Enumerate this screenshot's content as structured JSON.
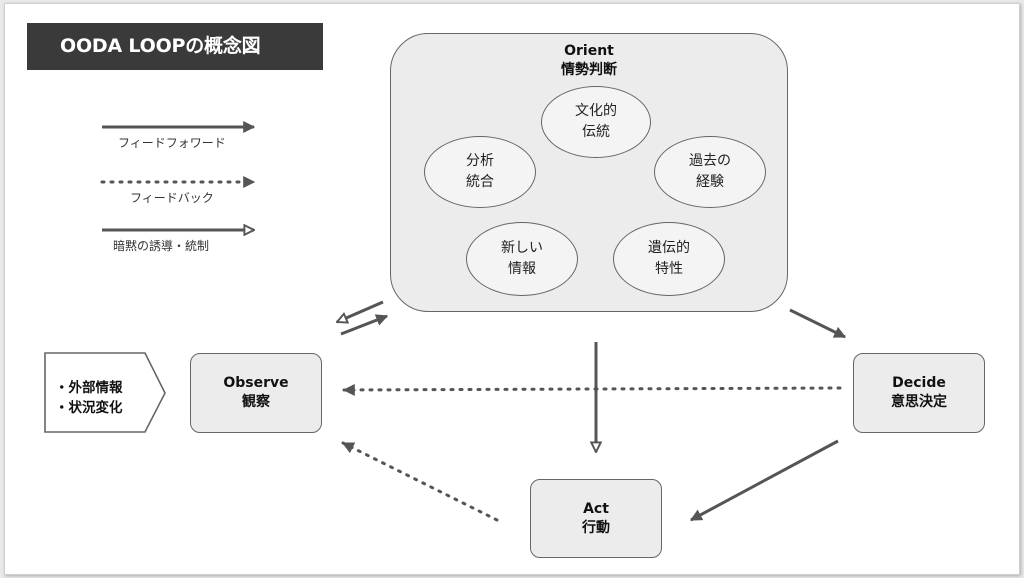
{
  "title": "OODA LOOPの概念図",
  "legend": {
    "feedforward": "フィードフォワード",
    "feedback": "フィードバック",
    "implicit": "暗黙の誘導・統制"
  },
  "orient": {
    "title": "Orient",
    "subtitle": "情勢判断",
    "factors": {
      "culture": [
        "文化的",
        "伝統"
      ],
      "past": [
        "過去の",
        "経験"
      ],
      "analysis": [
        "分析",
        "統合"
      ],
      "new_info": [
        "新しい",
        "情報"
      ],
      "genetic": [
        "遺伝的",
        "特性"
      ]
    }
  },
  "observe": {
    "title": "Observe",
    "subtitle": "観察"
  },
  "decide": {
    "title": "Decide",
    "subtitle": "意思決定"
  },
  "act": {
    "title": "Act",
    "subtitle": "行動"
  },
  "inputs": [
    "・外部情報",
    "・状況変化"
  ],
  "colors": {
    "title_bg": "#3a3a3a",
    "box_fill": "#ececec",
    "arrow": "#555555"
  }
}
